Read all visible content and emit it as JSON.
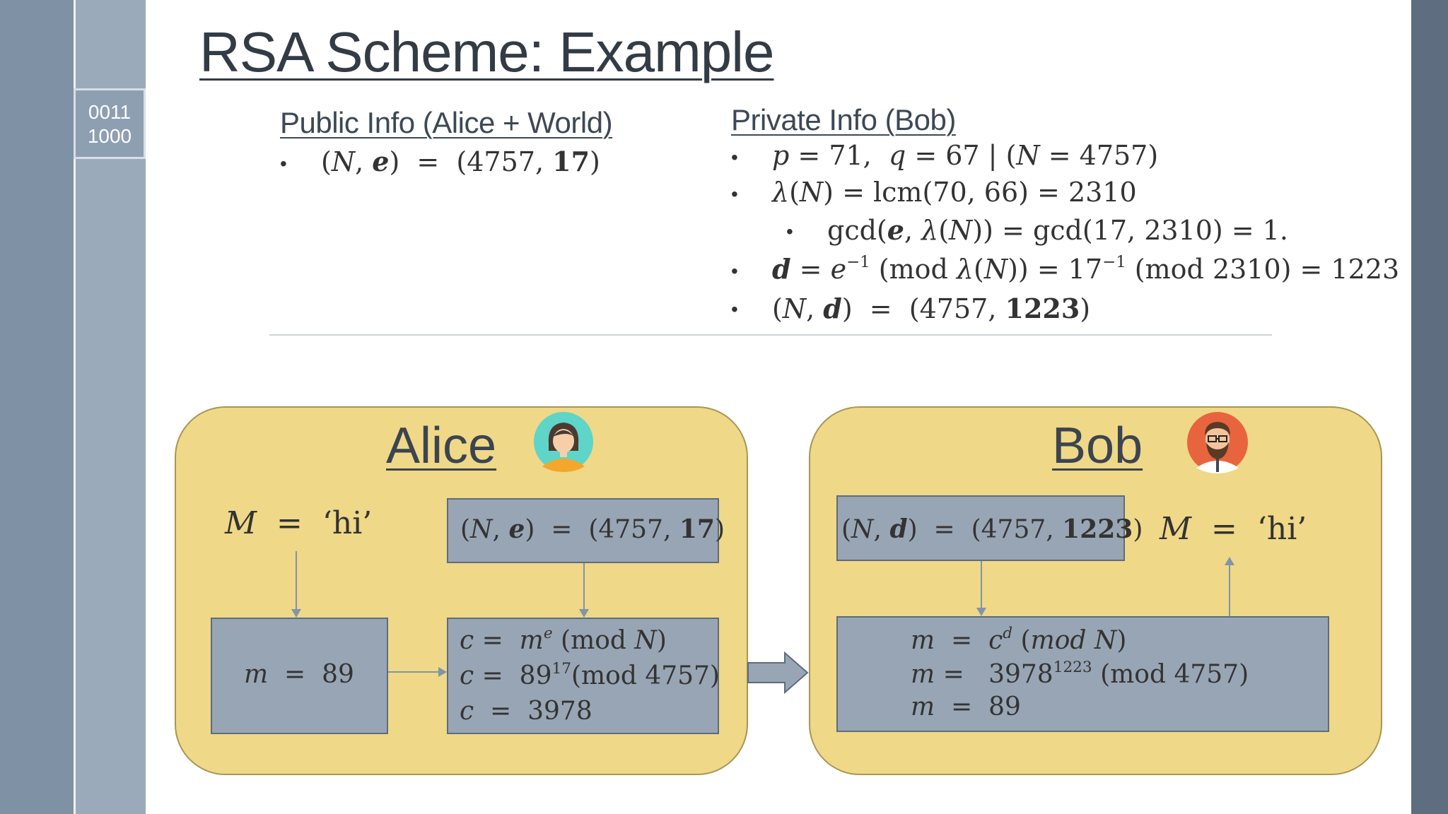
{
  "slide": {
    "title": "RSA Scheme: Example",
    "badge": [
      "0011",
      "1000"
    ]
  },
  "public": {
    "heading": "Public Info (Alice + World)",
    "line1": {
      "lhs": "(N, e)",
      "eq": "=",
      "rhs_prefix": "(4757, ",
      "rhs_bold": "17",
      "rhs_suffix": ")"
    }
  },
  "private": {
    "heading": "Private Info (Bob)",
    "lines": [
      "p = 71,  q = 67 | (N = 4757)",
      "λ(N) = lcm(70, 66) = 2310",
      "gcd(e, λ(N)) = gcd(17, 2310) = 1.",
      "d = e⁻¹ (mod λ(N)) = 17⁻¹ (mod 2310) = 1223",
      "(N, d) = (4757, 1223)"
    ]
  },
  "alice": {
    "name": "Alice",
    "message": "M = ‘hi’",
    "key_box": "(N, e) = (4757, 17)",
    "m_box": "m = 89",
    "cipher_lines": [
      "c = mᵉ (mod N)",
      "c = 89¹⁷(mod 4757)",
      "c = 3978"
    ]
  },
  "bob": {
    "name": "Bob",
    "message": "M = ‘hi’",
    "key_box": "(N, d) = (4757, 1223)",
    "decrypt_lines": [
      "m = cᵈ (mod N)",
      "m = 3978¹²²³ (mod 4757)",
      "m = 89"
    ]
  },
  "icons": {
    "alice_avatar": "woman-avatar-icon",
    "bob_avatar": "bearded-man-avatar-icon",
    "transfer_arrow": "right-arrow-icon"
  },
  "colors": {
    "panel": "#efd887",
    "box": "#98a5b4",
    "left_band": "#7f91a5",
    "right_band": "#5e6e80"
  }
}
